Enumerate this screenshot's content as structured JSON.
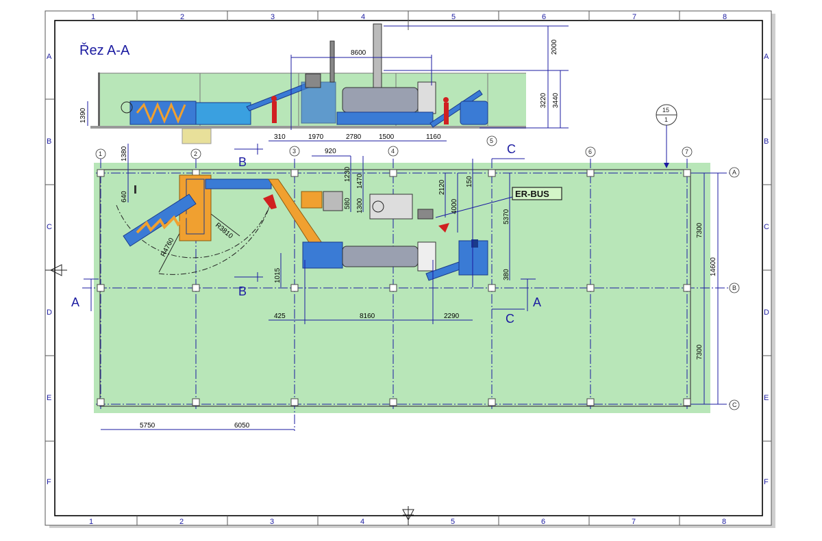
{
  "frame": {
    "columns": [
      "1",
      "2",
      "3",
      "4",
      "5",
      "6",
      "7",
      "8"
    ],
    "rows": [
      "A",
      "B",
      "C",
      "D",
      "E",
      "F"
    ]
  },
  "section": {
    "title": "Řez A-A",
    "dims": {
      "width_8600": "8600",
      "height_2000": "2000",
      "height_3220": "3220",
      "height_3440": "3440",
      "height_1390": "1390"
    }
  },
  "plan": {
    "axes_columns": [
      "1",
      "2",
      "3",
      "4",
      "5",
      "6",
      "7"
    ],
    "axes_rows": [
      "A",
      "B",
      "C"
    ],
    "sheet_ref": {
      "top": "15",
      "bottom": "1"
    },
    "label_erbus": "ER-BUS",
    "section_marks": {
      "a": "A",
      "b": "B",
      "c": "C"
    },
    "dims": {
      "d310": "310",
      "d1970": "1970",
      "d920": "920",
      "d2780": "2780",
      "d1500": "1500",
      "d1160": "1160",
      "d1380": "1380",
      "d640": "640",
      "d1230": "1230",
      "d1470": "1470",
      "d1300": "1300",
      "d580": "580",
      "d2120": "2120",
      "d150": "150",
      "d4000": "4000",
      "d5370": "5370",
      "d380": "380",
      "d1015": "1015",
      "d425": "425",
      "d8160": "8160",
      "d2290": "2290",
      "d5750": "5750",
      "d6050": "6050",
      "d7300a": "7300",
      "d7300b": "7300",
      "d14600": "14600",
      "r3810": "R3810",
      "r4760": "R4760"
    }
  },
  "colors": {
    "frame_blue": "#1a1aa0",
    "floor_green": "#b8e6b8",
    "machine_blue": "#3a7bd5",
    "conveyor_orange": "#f0a030",
    "drum_grey": "#9aa0b0",
    "hopper_blue": "#3aa0e0",
    "worker_red": "#d02020"
  }
}
